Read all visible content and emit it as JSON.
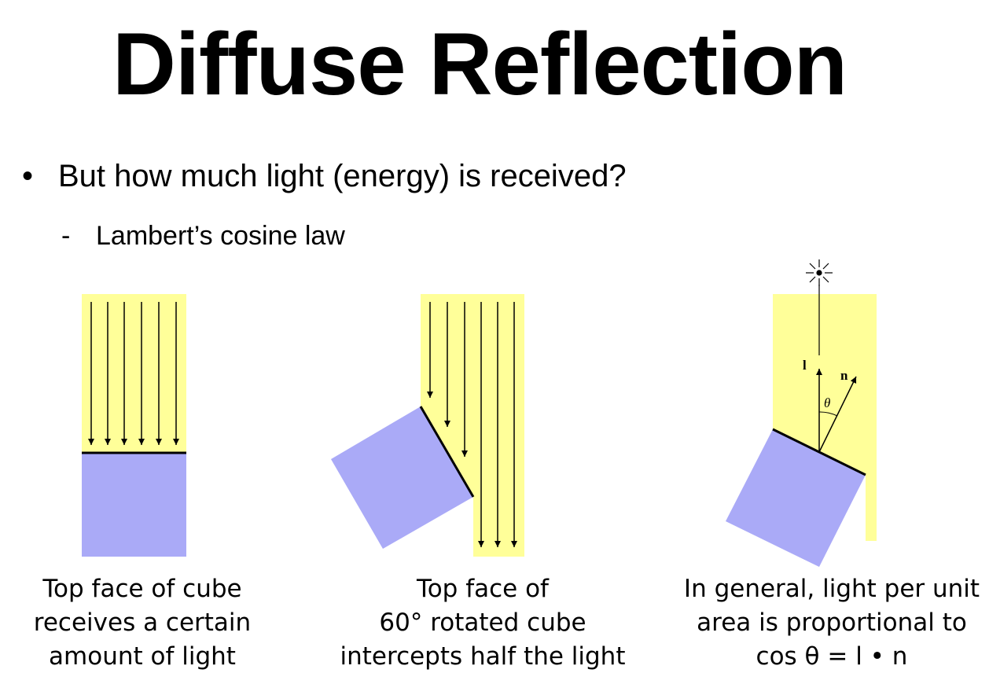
{
  "title": "Diffuse Reflection",
  "bullet": "But how much light (energy) is received?",
  "sub_bullet": "Lambert’s cosine law",
  "colors": {
    "light": "#ffff99",
    "cube": "#aaaaf7"
  },
  "panels": [
    {
      "caption": [
        "Top face of cube",
        "receives a certain",
        "amount of light"
      ]
    },
    {
      "caption": [
        "Top face of",
        "60° rotated cube",
        "intercepts half the light"
      ]
    },
    {
      "caption": [
        "In general, light per unit",
        "area is proportional to",
        "cos θ = l • n"
      ],
      "labels": {
        "light_vector": "l",
        "normal_vector": "n",
        "angle": "θ"
      }
    }
  ]
}
